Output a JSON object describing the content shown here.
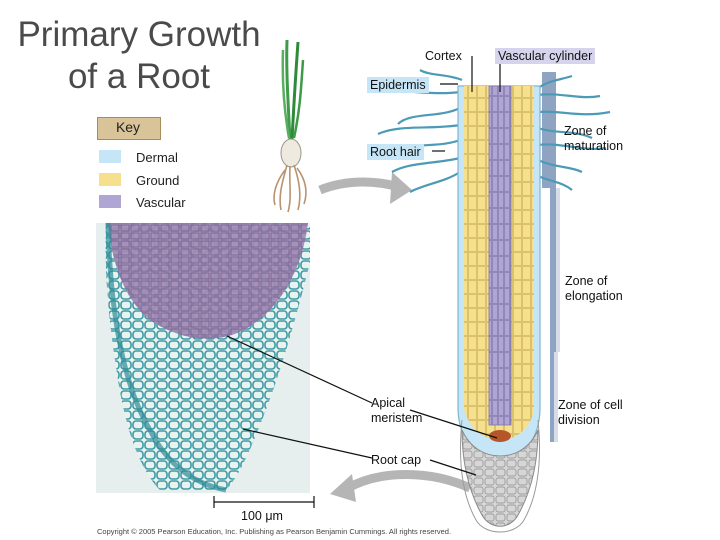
{
  "title": {
    "line1": "Primary Growth",
    "line2": "of a Root"
  },
  "key": {
    "title": "Key",
    "items": [
      {
        "label": "Dermal",
        "color": "#c6e6f7"
      },
      {
        "label": "Ground",
        "color": "#f6e08e"
      },
      {
        "label": "Vascular",
        "color": "#b0a6d4"
      }
    ]
  },
  "labels": {
    "cortex": "Cortex",
    "vascular_cylinder": "Vascular cylinder",
    "epidermis": "Epidermis",
    "root_hair": "Root hair",
    "zone_maturation": "Zone of maturation",
    "zone_elongation": "Zone of elongation",
    "zone_cell_division": "Zone of cell division",
    "apical_meristem": "Apical meristem",
    "root_cap": "Root cap",
    "scale_bar": "100 μm"
  },
  "copyright": "Copyright © 2005 Pearson Education, Inc. Publishing as Pearson Benjamin Cummings. All rights reserved.",
  "colors": {
    "dermal": "#c6e6f7",
    "ground": "#f6e08e",
    "vascular": "#b0a6d4",
    "zone_bar": "#8fa3c2",
    "arrow": "#b5b5b5",
    "root_cap": "#c8c8c8",
    "meristem": "#b5562a",
    "hair": "#4d9ab6",
    "micrograph_bg": "#e3ecec",
    "micrograph_purple": "#8c6fa0",
    "micrograph_teal": "#5aaab4"
  }
}
